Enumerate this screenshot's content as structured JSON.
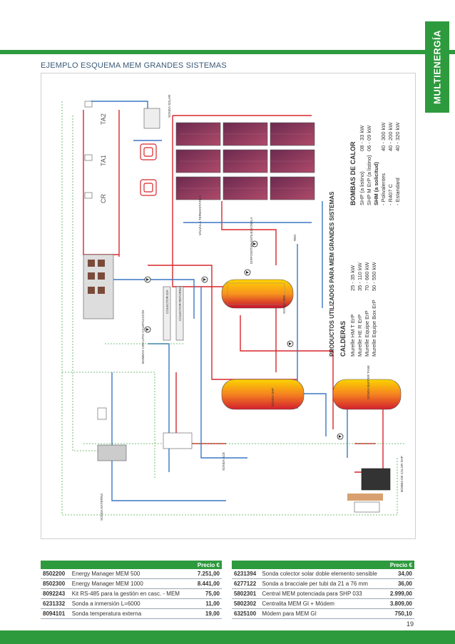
{
  "side_tab": "MULTIENERGÍA",
  "title": "EJEMPLO ESQUEMA MEM GRANDES SISTEMAS",
  "diagram_labels": {
    "ta2": "TA2",
    "ta1": "TA1",
    "cr": "CR",
    "sonda_solar": "SONDA SOLAR",
    "colector_ida": "COLECTOR IDA",
    "colector_retorno": "COLECTOR RETORNO",
    "bombas_circuito": "BOMBAS CIRCUITO CALEFACCIÓN",
    "sonda_externa": "SONDA EXTERNA",
    "red": "RED",
    "sonda_sbs": "SONDA SBS",
    "sonda_shp": "SONDA SHP",
    "sonda_ace": "SONDA ACE",
    "disp_antilegionela": "DISPOSITIVO ANTILEGIONELA",
    "bomba_calor_shp": "BOMBA DE CALOR SHP",
    "valvula_termostatica": "VÁLVULA TERMOSTÁTICA",
    "sonda_buffer": "SONDA BUFFER TANK"
  },
  "products": {
    "heading": "PRODUCTOS UTILIZADOS PARA MEM GRANDES SISTEMAS",
    "calderas_title": "CALDERAS",
    "calderas": [
      {
        "name": "Murelle HM T ErP",
        "value": "25 - 35 kW"
      },
      {
        "name": "Murelle HE R ErP",
        "value": "35 - 110 kW"
      },
      {
        "name": "Murelle Equipe ErP",
        "value": "70 - 660 kW"
      },
      {
        "name": "Murelle Equipe Box ErP",
        "value": "50 - 550 kW"
      }
    ],
    "bombas_title": "BOMBAS DE CALOR",
    "bombas": [
      {
        "name": "SHP (a listino)",
        "value": "08 - 33 kW"
      },
      {
        "name": "SHP M ErP (a listino)",
        "value": "06 - 09 kW"
      },
      {
        "name": "SHM (a solicitud)",
        "value": ""
      },
      {
        "name": "- Polivalentes",
        "value": "40 - 300 kW"
      },
      {
        "name": "- R407 C",
        "value": "40 - 200 kW"
      },
      {
        "name": "- Estandard",
        "value": "40 - 320 kW"
      }
    ]
  },
  "prices": {
    "header": "Precio €",
    "left": [
      {
        "code": "8502200",
        "desc": "Energy Manager MEM 500",
        "price": "7.251,00"
      },
      {
        "code": "8502300",
        "desc": "Energy Manager MEM 1000",
        "price": "8.441,00"
      },
      {
        "code": "8092243",
        "desc": "Kit RS-485 para la gestión en casc. - MEM",
        "price": "75,00"
      },
      {
        "code": "6231332",
        "desc": "Sonda a inmersión L=6000",
        "price": "11,00"
      },
      {
        "code": "8094101",
        "desc": "Sonda temperatura externa",
        "price": "19,00"
      }
    ],
    "right": [
      {
        "code": "6231394",
        "desc": "Sonda colector solar doble elemento sensible",
        "price": "34,00"
      },
      {
        "code": "6277122",
        "desc": "Sonda a bracciale per tubi da 21 a 76 mm",
        "price": "36,00"
      },
      {
        "code": "5802301",
        "desc": "Central MEM potenciada para SHP 033",
        "price": "2.999,00"
      },
      {
        "code": "5802302",
        "desc": "Centralita MEM GI + Módem",
        "price": "3.809,00"
      },
      {
        "code": "6325100",
        "desc": "Módem para MEM GI",
        "price": "750,10"
      }
    ]
  },
  "page_number": "19"
}
